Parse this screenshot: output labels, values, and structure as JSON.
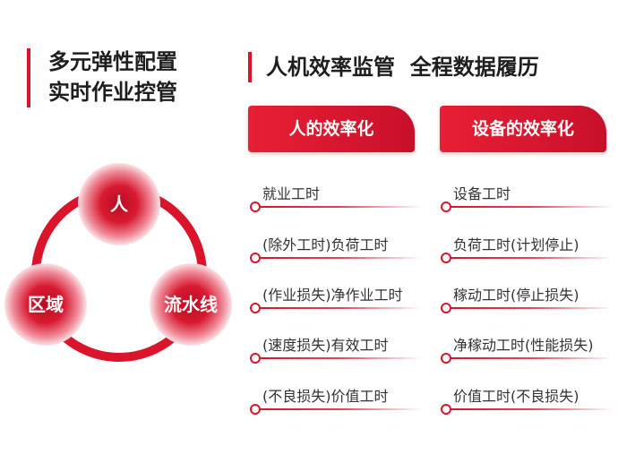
{
  "left_heading": {
    "line1": "多元弹性配置",
    "line2": "实时作业控管"
  },
  "right_heading": {
    "text": "人机效率监管  全程数据履历"
  },
  "cycle": {
    "top": "人",
    "left": "区域",
    "right": "流水线"
  },
  "columns": [
    {
      "header": "人的效率化",
      "items": [
        "就业工时",
        "(除外工时)负荷工时",
        "(作业损失)净作业工时",
        "(速度损失)有效工时",
        "(不良损失)价值工时"
      ]
    },
    {
      "header": "设备的效率化",
      "items": [
        "设备工时",
        "负荷工时(计划停止)",
        "稼动工时(停止损失)",
        "净稼动工时(性能损失)",
        "价值工时(不良损失)"
      ]
    }
  ],
  "colors": {
    "accent": "#d9142b",
    "accent_dark": "#b50f23"
  }
}
